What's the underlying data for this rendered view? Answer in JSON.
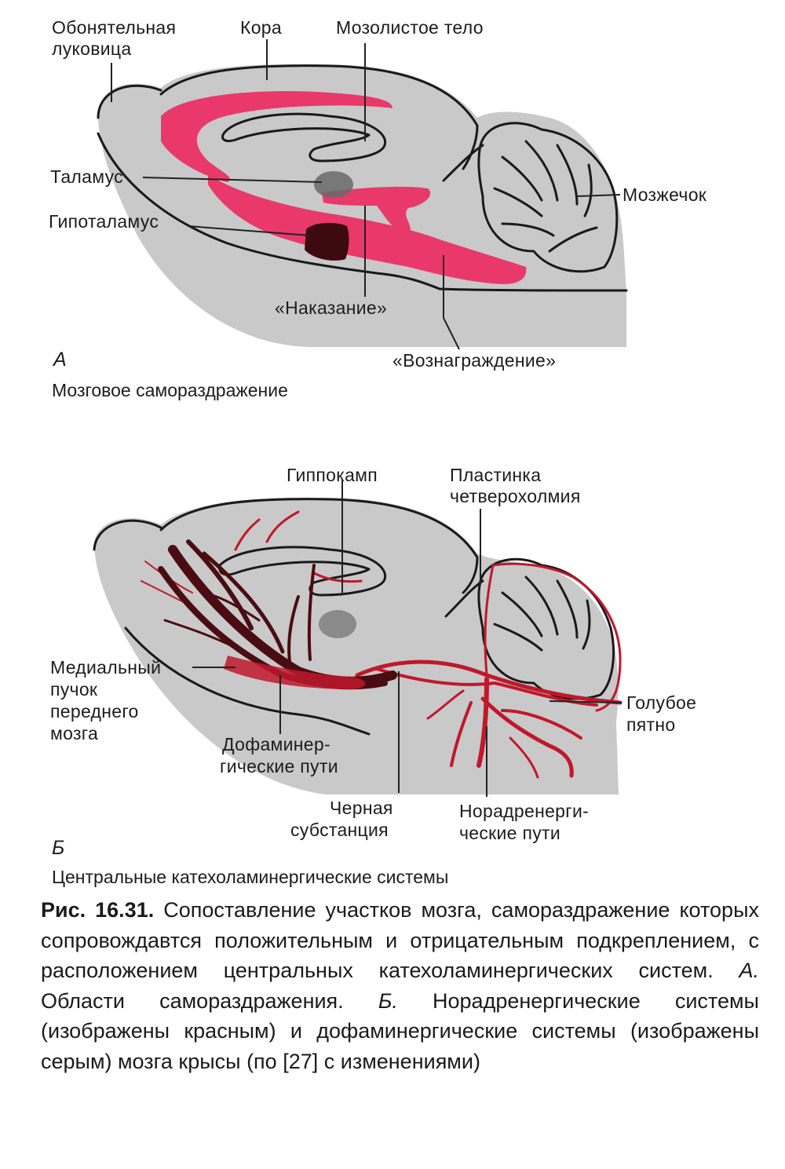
{
  "panel_a": {
    "letter": "А",
    "title": "Мозговое самораздражение",
    "labels": {
      "olfactory_line1": "Обонятельная",
      "olfactory_line2": "луковица",
      "cortex": "Кора",
      "corpus_callosum": "Мозолистое тело",
      "thalamus": "Таламус",
      "hypothalamus": "Гипоталамус",
      "cerebellum": "Мозжечок",
      "punishment": "«Наказание»",
      "reward": "«Вознаграждение»"
    }
  },
  "panel_b": {
    "letter": "Б",
    "title": "Центральные катехоламинергические системы",
    "labels": {
      "hippocampus": "Гиппокамп",
      "plate_line1": "Пластинка",
      "plate_line2": "четверохолмия",
      "mfb_line1": "Медиальный",
      "mfb_line2": "пучок",
      "mfb_line3": "переднего",
      "mfb_line4": "мозга",
      "locus_line1": "Голубое",
      "locus_line2": "пятно",
      "dopa_line1": "Дофаминер-",
      "dopa_line2": "гические пути",
      "nigra_line1": "Черная",
      "nigra_line2": "субстанция",
      "nora_line1": "Норадренерги-",
      "nora_line2": "ческие пути"
    }
  },
  "caption": {
    "number": "Рис. 16.31.",
    "text_1": "Сопоставление участков мозга, самораздражение которых сопровождавтся положительным и отрицательным подкреплением, с расположением центральных катехоламинергических систем.",
    "mark_a": "А.",
    "text_2": "Области самораздражения.",
    "mark_b": "Б.",
    "text_3": "Норадренергические системы (изображены красным) и дофаминергические системы (изображены серым) мозга крысы (по [27] с изменениями)"
  },
  "colors": {
    "brain_gray": "#c9c9c9",
    "self_stim_pink": "#ec2d63",
    "noradrenergic_red": "#c0182b",
    "dopaminergic_dark": "#4a0c12",
    "outline": "#1a1a1a"
  }
}
